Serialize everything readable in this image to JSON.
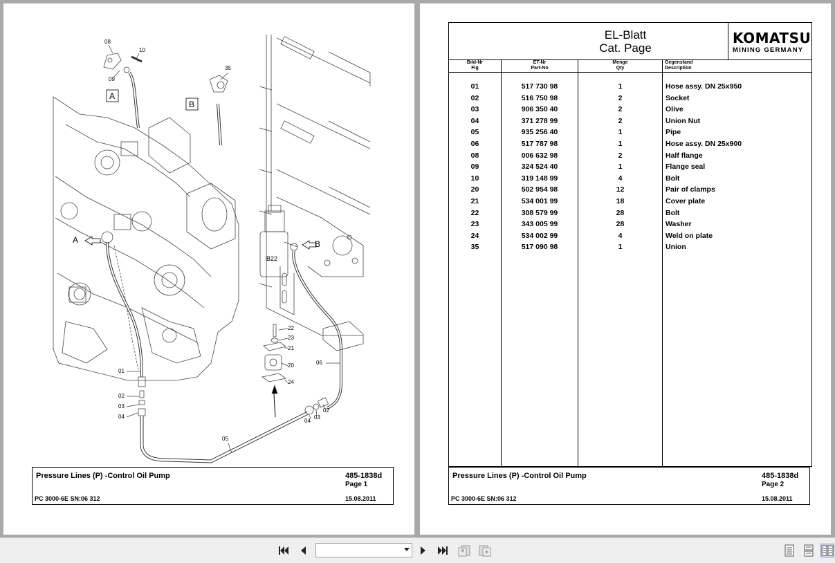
{
  "left_page": {
    "drawing_labels": {
      "l08": "08",
      "l10": "10",
      "l09": "09",
      "l35": "35",
      "boxA": "A",
      "boxB": "B",
      "arrowA": "A",
      "arrowB": "B",
      "b22": "B22",
      "l22": "22",
      "l23": "23",
      "l21": "21",
      "l20": "20",
      "l24": "24",
      "l06": "06",
      "l01": "01",
      "l02a": "02",
      "l03a": "03",
      "l04a": "04",
      "l05": "05",
      "l04b": "04",
      "l03b": "03",
      "l02b": "02"
    },
    "footer": {
      "title": "Pressure Lines (P) -Control Oil Pump",
      "doc_no": "485-1838d",
      "page": "Page 1",
      "model": "PC 3000-6E SN:06 312",
      "date": "15.08.2011"
    }
  },
  "right_page": {
    "title_line1": "EL-Blatt",
    "title_line2": "Cat. Page",
    "logo_main": "KOMATSU",
    "logo_sub": "MINING GERMANY",
    "columns": [
      {
        "de": "Bild-Nr",
        "en": "Fig"
      },
      {
        "de": "ET-Nr",
        "en": "Part-No"
      },
      {
        "de": "Menge",
        "en": "Qty"
      },
      {
        "de": "Gegenstand",
        "en": "Description"
      }
    ],
    "rows": [
      {
        "fig": "01",
        "part": "517 730 98",
        "qty": "1",
        "desc": "Hose assy. DN 25x950"
      },
      {
        "fig": "02",
        "part": "516 750 98",
        "qty": "2",
        "desc": "Socket"
      },
      {
        "fig": "03",
        "part": "906 350 40",
        "qty": "2",
        "desc": "Olive"
      },
      {
        "fig": "04",
        "part": "371 278 99",
        "qty": "2",
        "desc": "Union Nut"
      },
      {
        "fig": "05",
        "part": "935 256 40",
        "qty": "1",
        "desc": "Pipe"
      },
      {
        "fig": "06",
        "part": "517 787 98",
        "qty": "1",
        "desc": "Hose assy. DN 25x900"
      },
      {
        "fig": "08",
        "part": "006 632 98",
        "qty": "2",
        "desc": "Half flange"
      },
      {
        "fig": "09",
        "part": "324 524 40",
        "qty": "1",
        "desc": "Flange seal"
      },
      {
        "fig": "10",
        "part": "319 148 99",
        "qty": "4",
        "desc": "Bolt"
      },
      {
        "fig": "20",
        "part": "502 954 98",
        "qty": "12",
        "desc": "Pair of clamps"
      },
      {
        "fig": "21",
        "part": "534 001 99",
        "qty": "18",
        "desc": "Cover plate"
      },
      {
        "fig": "22",
        "part": "308 579 99",
        "qty": "28",
        "desc": "Bolt"
      },
      {
        "fig": "23",
        "part": "343 005 99",
        "qty": "28",
        "desc": "Washer"
      },
      {
        "fig": "24",
        "part": "534 002 99",
        "qty": "4",
        "desc": "Weld on plate"
      },
      {
        "fig": "35",
        "part": "517 090 98",
        "qty": "1",
        "desc": "Union"
      }
    ],
    "footer": {
      "title": "Pressure Lines (P) -Control Oil Pump",
      "doc_no": "485-1838d",
      "page": "Page 2",
      "model": "PC 3000-6E SN:06 312",
      "date": "15.08.2011"
    }
  },
  "toolbar": {
    "page_select_value": "",
    "icons": [
      "first-page-icon",
      "previous-page-icon",
      "next-page-icon",
      "last-page-icon",
      "go-back-icon",
      "go-forward-icon",
      "single-page-view-icon",
      "continuous-view-icon",
      "facing-pages-view-icon"
    ]
  }
}
